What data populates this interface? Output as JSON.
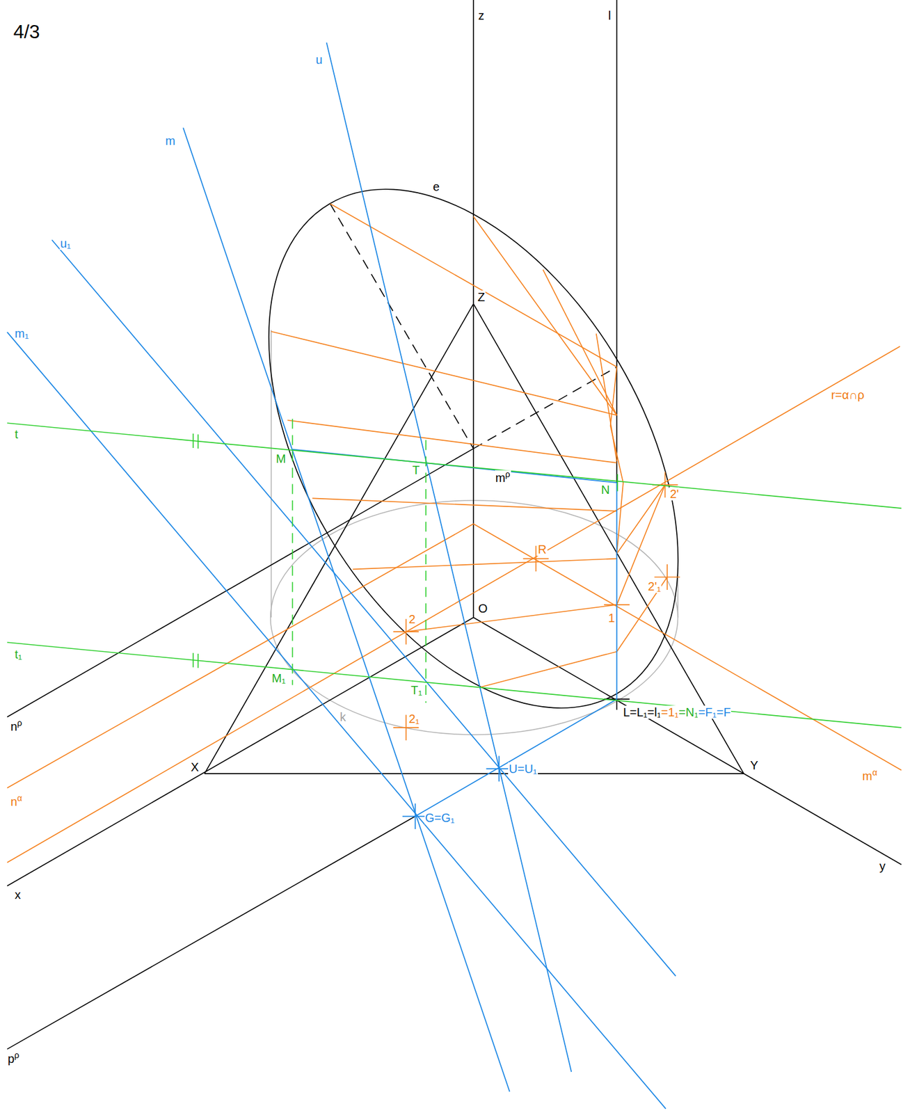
{
  "diagram": {
    "labels": [
      "4/3",
      "z",
      "l",
      "u",
      "m",
      "e",
      "u₁",
      "Z",
      "m₁",
      "r=α∩ρ",
      "t",
      "M",
      "T",
      "mρ",
      "N",
      "2'",
      "R",
      "2'₁",
      "O",
      "2",
      "1",
      "t₁",
      "M₁",
      "T₁",
      "k",
      "2₁",
      "nρ",
      "L=L₁=l₁",
      "=1₁",
      "=N₁",
      "=F₁=F",
      "X",
      "Y",
      "U=U₁",
      "mα",
      "nα",
      "G=G₁",
      "x",
      "y",
      "pρ"
    ]
  }
}
